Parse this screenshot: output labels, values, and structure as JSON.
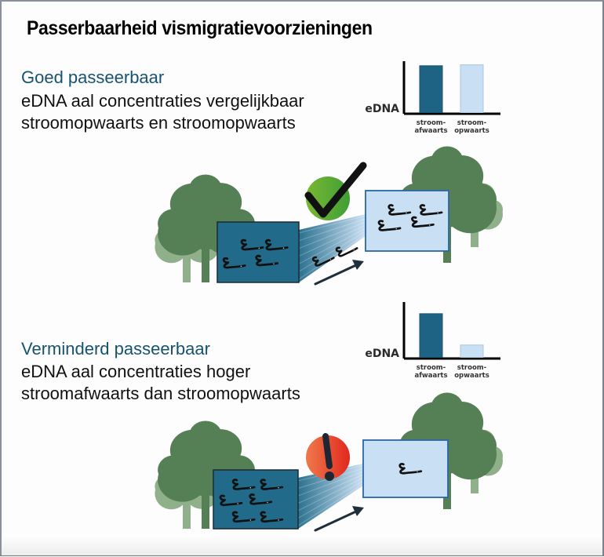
{
  "title": "Passerbaarheid vismigratievoorzieningen",
  "scenarios": [
    {
      "heading": "Goed passeerbaar",
      "description": [
        "eDNA aal concentraties vergelijkbaar",
        "stroomopwaarts en stroomopwaarts"
      ],
      "status_icon": "checkmark-icon",
      "status_color": "#5aad2e",
      "eels_downstream": 4,
      "eels_in_passage": 2,
      "eels_upstream": 4
    },
    {
      "heading": "Verminderd passeerbaar",
      "description": [
        "eDNA aal concentraties hoger",
        "stroomafwaarts dan stroomopwaarts"
      ],
      "status_icon": "exclamation-icon",
      "status_color": "#e43b24",
      "eels_downstream": 6,
      "eels_in_passage": 0,
      "eels_upstream": 1
    }
  ],
  "chart_data": [
    {
      "type": "bar",
      "title": "",
      "ylabel": "eDNA",
      "xlabel": "",
      "categories": [
        "stroom-\nafwaarts",
        "stroom-\nopwaarts"
      ],
      "category_lines": [
        [
          "stroom-",
          "afwaarts"
        ],
        [
          "stroom-",
          "opwaarts"
        ]
      ],
      "values": [
        0.98,
        1.0
      ],
      "ylim": [
        0,
        1.1
      ],
      "colors": [
        "#1e6383",
        "#c9dff3"
      ],
      "grid": false
    },
    {
      "type": "bar",
      "title": "",
      "ylabel": "eDNA",
      "xlabel": "",
      "categories": [
        "stroom-\nafwaarts",
        "stroom-\nopwaarts"
      ],
      "category_lines": [
        [
          "stroom-",
          "afwaarts"
        ],
        [
          "stroom-",
          "opwaarts"
        ]
      ],
      "values": [
        0.85,
        0.24
      ],
      "ylim": [
        0,
        1.1
      ],
      "colors": [
        "#1e6383",
        "#c9dff3"
      ],
      "grid": false
    }
  ],
  "colors": {
    "heading": "#16536f",
    "downstream_water": "#216a8a",
    "upstream_water": "#c9dff3",
    "tree_dark": "#557f55",
    "tree_light": "#8fb08a",
    "arrow": "#1f2e3a"
  }
}
